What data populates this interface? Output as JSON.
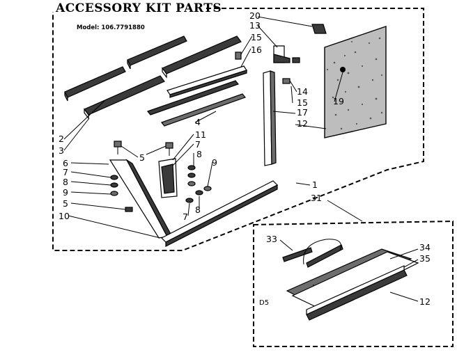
{
  "title": "ACCESSORY KIT PARTS",
  "model_label": "Model: 106.7791880",
  "section_code": "D5",
  "callouts": {
    "c20": "20",
    "c13": "13",
    "c15a": "15",
    "c16": "16",
    "c14": "14",
    "c15b": "15",
    "c17": "17",
    "c12a": "12",
    "c19": "19",
    "c4": "4",
    "c11": "11",
    "c7a": "7",
    "c8a": "8",
    "c9a": "9",
    "c2": "2",
    "c3": "3",
    "c5a": "5",
    "c6": "6",
    "c7b": "7",
    "c8b": "8",
    "c9b": "9",
    "c5b": "5",
    "c10": "10",
    "c7c": "7",
    "c8c": "8",
    "c1": "1",
    "c31": "31",
    "c33": "33",
    "c34": "34",
    "c35": "35",
    "c12b": "12"
  }
}
